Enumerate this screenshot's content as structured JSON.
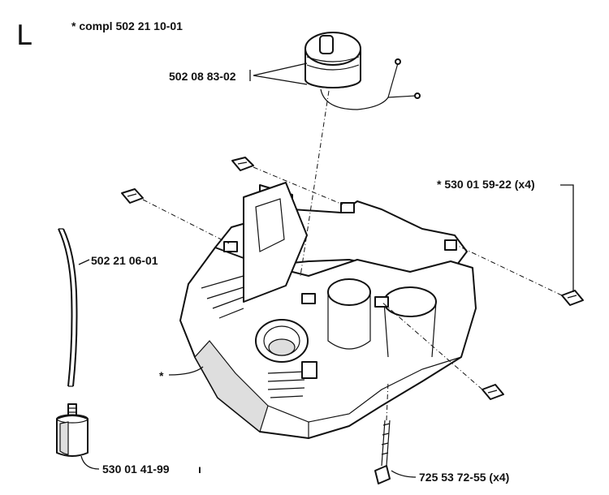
{
  "section_letter": "L",
  "assembly_note": "* compl 502 21 10-01",
  "callouts": {
    "fuel_cap": "502 08 83-02",
    "nut": "* 530 01 59-22 (x4)",
    "fuel_hose": "502 21 06-01",
    "tank_marker": "*",
    "fuel_filter": "530 01 41-99",
    "screw": "725 53 72-55 (x4)"
  },
  "stray_mark": "ı",
  "icons": [
    "fuel-cap-icon",
    "fuel-hose-icon",
    "fuel-filter-icon",
    "fuel-tank-housing-icon",
    "nut-icon",
    "screw-icon"
  ]
}
